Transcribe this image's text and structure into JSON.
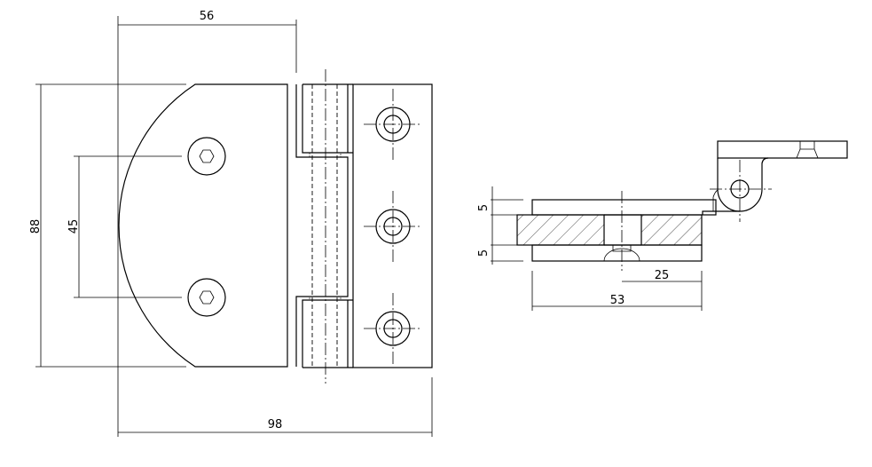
{
  "drawing": {
    "title": "Glass door hinge technical drawing",
    "front_view": {
      "dim_width_top": "56",
      "dim_width_total": "98",
      "dim_height": "88",
      "dim_hole_spacing": "45"
    },
    "section_view": {
      "dim_top_plate": "5",
      "dim_bottom_plate": "5",
      "dim_offset": "25",
      "dim_width": "53"
    }
  }
}
